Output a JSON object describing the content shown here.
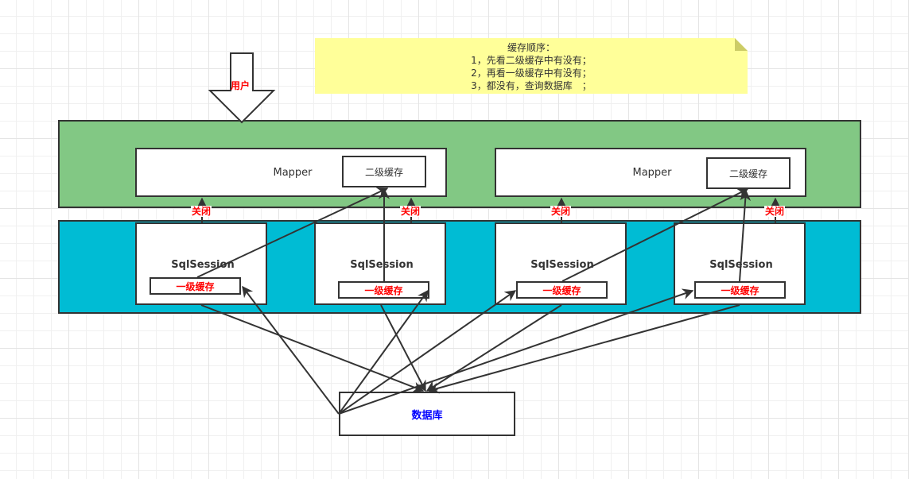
{
  "note": {
    "title": "缓存顺序：",
    "lines": [
      "1，先看二级缓存中有没有；",
      "2，再看一级缓存中有没有；",
      "3，都没有，查询数据库　；"
    ]
  },
  "user_arrow": {
    "label": "用户"
  },
  "mappers": [
    {
      "label": "Mapper",
      "cache_label": "二级缓存"
    },
    {
      "label": "Mapper",
      "cache_label": "二级缓存"
    }
  ],
  "sessions": [
    {
      "label": "SqlSession",
      "cache_label": "一级缓存"
    },
    {
      "label": "SqlSession",
      "cache_label": "一级缓存"
    },
    {
      "label": "SqlSession",
      "cache_label": "一级缓存"
    },
    {
      "label": "SqlSession",
      "cache_label": "一级缓存"
    }
  ],
  "close_labels": [
    "关闭",
    "关闭",
    "关闭",
    "关闭"
  ],
  "database": {
    "label": "数据库"
  },
  "colors": {
    "mapper_layer": "#82c884",
    "session_layer": "#00bcd4",
    "note": "#ffff99",
    "close_text": "#ff0000",
    "l1_text": "#ff0000",
    "db_text": "#0000ff"
  }
}
